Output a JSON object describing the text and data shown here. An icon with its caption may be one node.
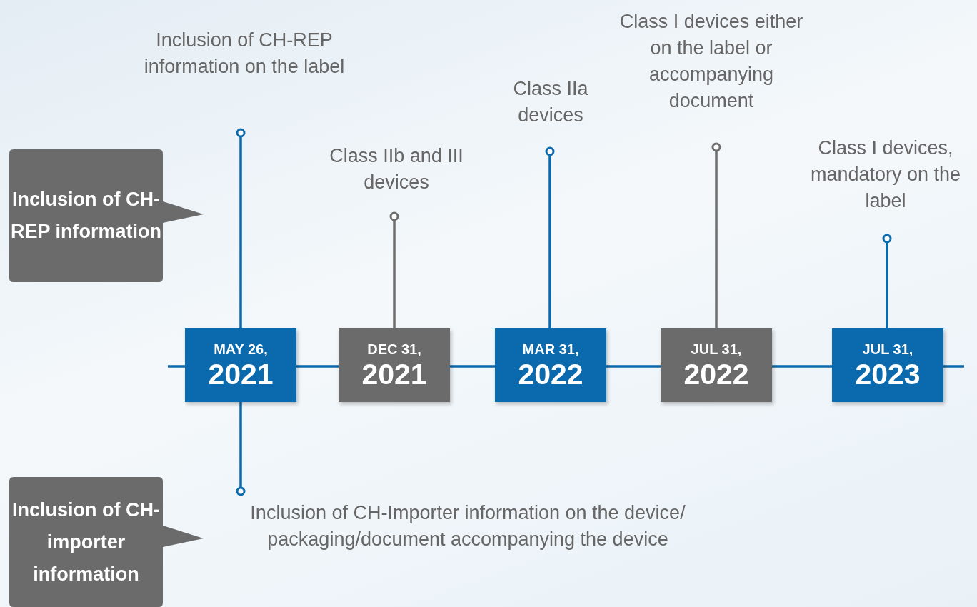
{
  "diagram": {
    "nodes": [
      {
        "text": [
          "Inclusion of CH-REP information"
        ]
      },
      {
        "text": [
          "Inclusion of CH-importer information"
        ]
      },
      {
        "text": [
          "MAY 26,",
          "2021"
        ]
      },
      {
        "text": [
          "DEC 31,",
          "2021"
        ]
      },
      {
        "text": [
          "MAR 31,",
          "2022"
        ]
      },
      {
        "text": [
          "JUL 31,",
          "2022"
        ]
      },
      {
        "text": [
          "JUL 31,",
          "2023"
        ]
      },
      {
        "text": [
          "Inclusion of CH-REP information on the label"
        ]
      },
      {
        "text": [
          "Class IIb and III devices"
        ]
      },
      {
        "text": [
          "Class IIa devices"
        ]
      },
      {
        "text": [
          "Class I devices either on the label or accompanying document"
        ]
      },
      {
        "text": [
          "Class I devices, mandatory on the label"
        ]
      },
      {
        "text": [
          "Inclusion of CH-Importer information on the device/ packaging/document accompanying the device"
        ]
      }
    ],
    "edges": [
      {
        "from": null,
        "to": 2,
        "arrow": "none"
      },
      {
        "from": 2,
        "to": 3,
        "arrow": "none"
      },
      {
        "from": 3,
        "to": 4,
        "arrow": "none"
      },
      {
        "from": 4,
        "to": 5,
        "arrow": "none"
      },
      {
        "from": 5,
        "to": 6,
        "arrow": "none"
      },
      {
        "from": 6,
        "to": null,
        "arrow": "none"
      },
      {
        "from": 2,
        "to": 7,
        "arrow": "other"
      },
      {
        "from": 3,
        "to": 8,
        "arrow": "other",
        "color": "#6d6d6d"
      },
      {
        "from": 4,
        "to": 9,
        "arrow": "other"
      },
      {
        "from": 5,
        "to": 10,
        "arrow": "other",
        "color": "#6d6d6d"
      },
      {
        "from": 6,
        "to": 11,
        "arrow": "other"
      },
      {
        "from": 2,
        "to": 12,
        "arrow": "other"
      }
    ]
  }
}
